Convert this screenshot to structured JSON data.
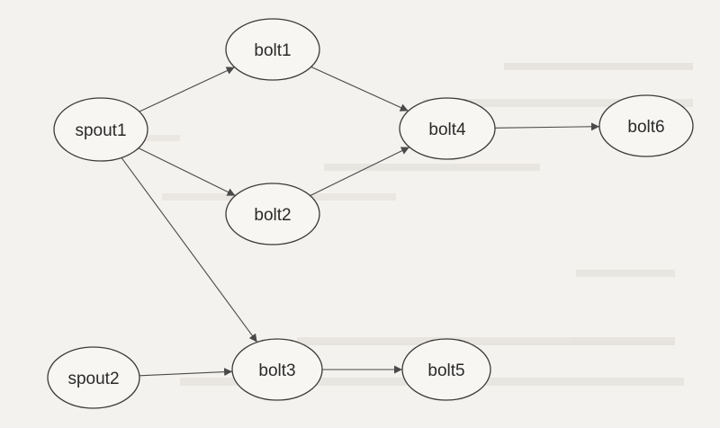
{
  "diagram": {
    "nodes": [
      {
        "id": "spout1",
        "label": "spout1"
      },
      {
        "id": "spout2",
        "label": "spout2"
      },
      {
        "id": "bolt1",
        "label": "bolt1"
      },
      {
        "id": "bolt2",
        "label": "bolt2"
      },
      {
        "id": "bolt3",
        "label": "bolt3"
      },
      {
        "id": "bolt4",
        "label": "bolt4"
      },
      {
        "id": "bolt5",
        "label": "bolt5"
      },
      {
        "id": "bolt6",
        "label": "bolt6"
      }
    ],
    "edges": [
      {
        "from": "spout1",
        "to": "bolt1"
      },
      {
        "from": "spout1",
        "to": "bolt2"
      },
      {
        "from": "spout1",
        "to": "bolt3"
      },
      {
        "from": "bolt1",
        "to": "bolt4"
      },
      {
        "from": "bolt2",
        "to": "bolt4"
      },
      {
        "from": "bolt4",
        "to": "bolt6"
      },
      {
        "from": "spout2",
        "to": "bolt3"
      },
      {
        "from": "bolt3",
        "to": "bolt5"
      }
    ],
    "colors": {
      "stroke": "#3a3a3a",
      "arrow": "#4a4a4a",
      "background": "#f4f2ee"
    }
  }
}
